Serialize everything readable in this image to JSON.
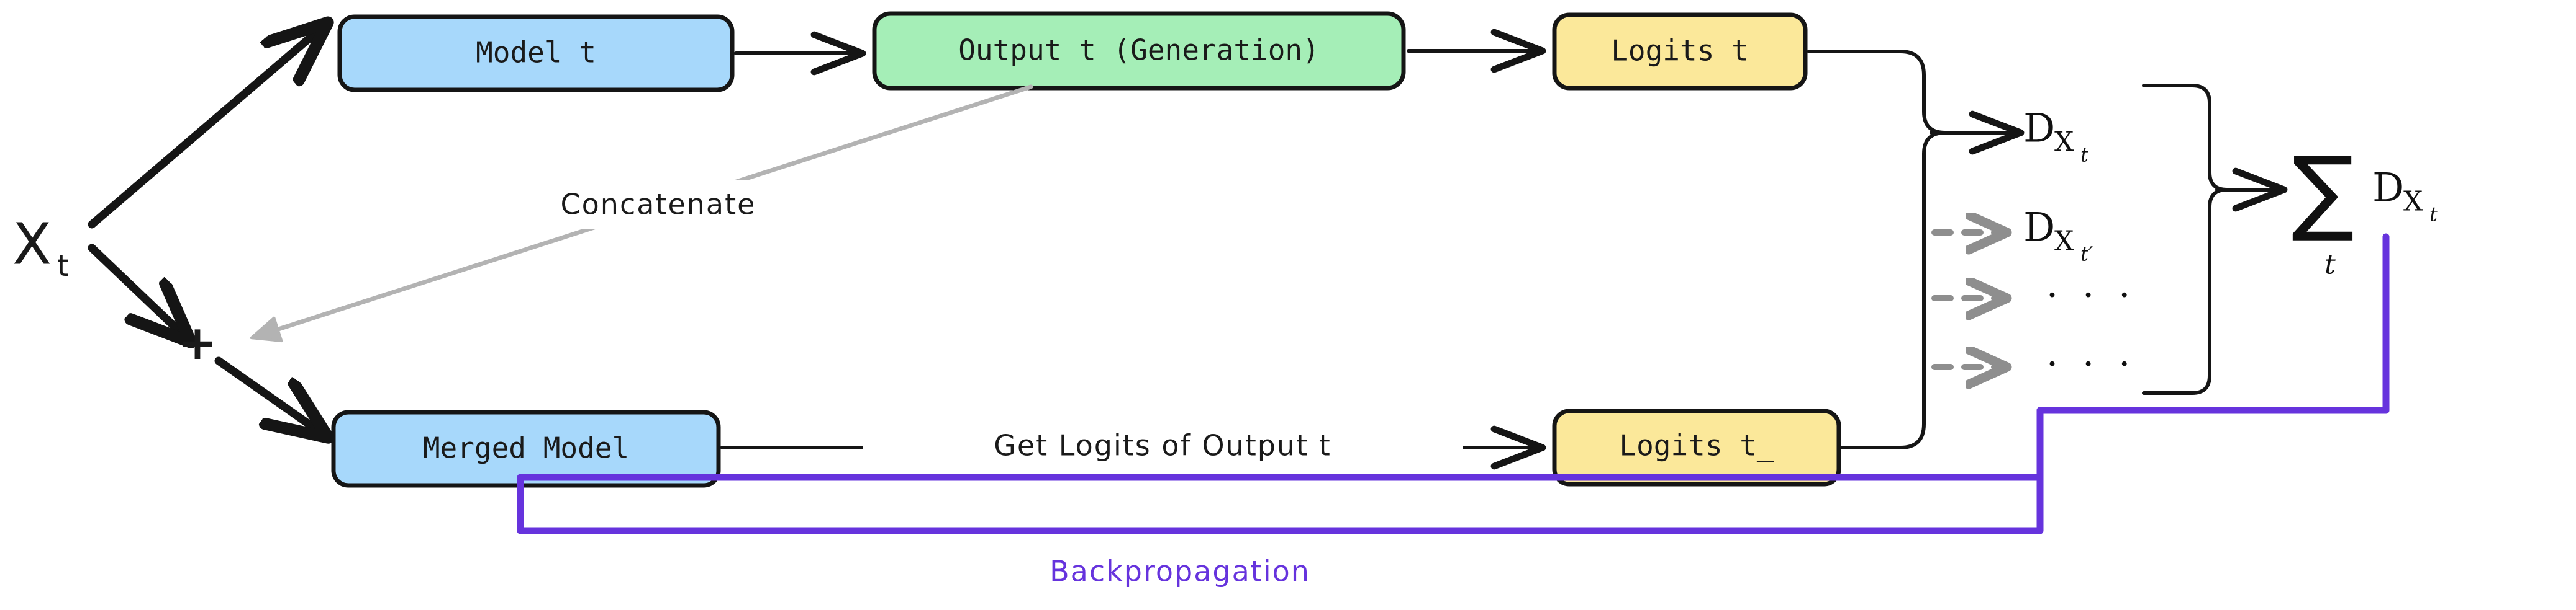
{
  "diagram": {
    "title": "Model merging distillation flow",
    "background": "#ffffff"
  },
  "colors": {
    "box_blue_fill": "#a7d8fb",
    "box_green_fill": "#a5eeb7",
    "box_yellow_fill": "#fbe89a",
    "box_stroke": "#151515",
    "flow_black": "#151515",
    "concat_gray": "#b3b3b3",
    "dashed_gray": "#8e8e8e",
    "ghost_gray": "#cfcfcf",
    "backprop_purple": "#6633dd"
  },
  "nodes": {
    "input": {
      "label_main": "X",
      "label_sub": "t",
      "name": "input-xt"
    },
    "plus": {
      "label": "+",
      "name": "concat-plus"
    },
    "model_t": {
      "label": "Model t",
      "fill": "#a7d8fb"
    },
    "output_t": {
      "label": "Output t (Generation)",
      "fill": "#a5eeb7"
    },
    "logits_t": {
      "label": "Logits t",
      "fill": "#fbe89a"
    },
    "merged_model": {
      "label": "Merged Model",
      "fill": "#a7d8fb"
    },
    "logits_t_underscore": {
      "label": "Logits t_",
      "fill": "#fbe89a"
    }
  },
  "edges": {
    "concatenate": "Concatenate",
    "get_logits": "Get Logits of Output t",
    "backpropagation": "Backpropagation"
  },
  "distillation_terms": [
    {
      "main": "D",
      "sub": "X",
      "sub2": "t",
      "style": "solid",
      "color": "#101010",
      "arrow": "solid-black"
    },
    {
      "main": "D",
      "sub": "X",
      "sub2": "t′",
      "style": "ghost",
      "color": "#cfcfcf",
      "arrow": "dashed-gray"
    },
    {
      "main": "· · ·",
      "sub": "",
      "sub2": "",
      "style": "dots",
      "color": "#101010",
      "arrow": "dashed-gray"
    },
    {
      "main": "· · ·",
      "sub": "",
      "sub2": "",
      "style": "dots",
      "color": "#101010",
      "arrow": "dashed-gray"
    }
  ],
  "summation": {
    "sigma": "∑",
    "sigma_sub": "t",
    "term_main": "D",
    "term_sub": "X",
    "term_sub2": "t"
  }
}
